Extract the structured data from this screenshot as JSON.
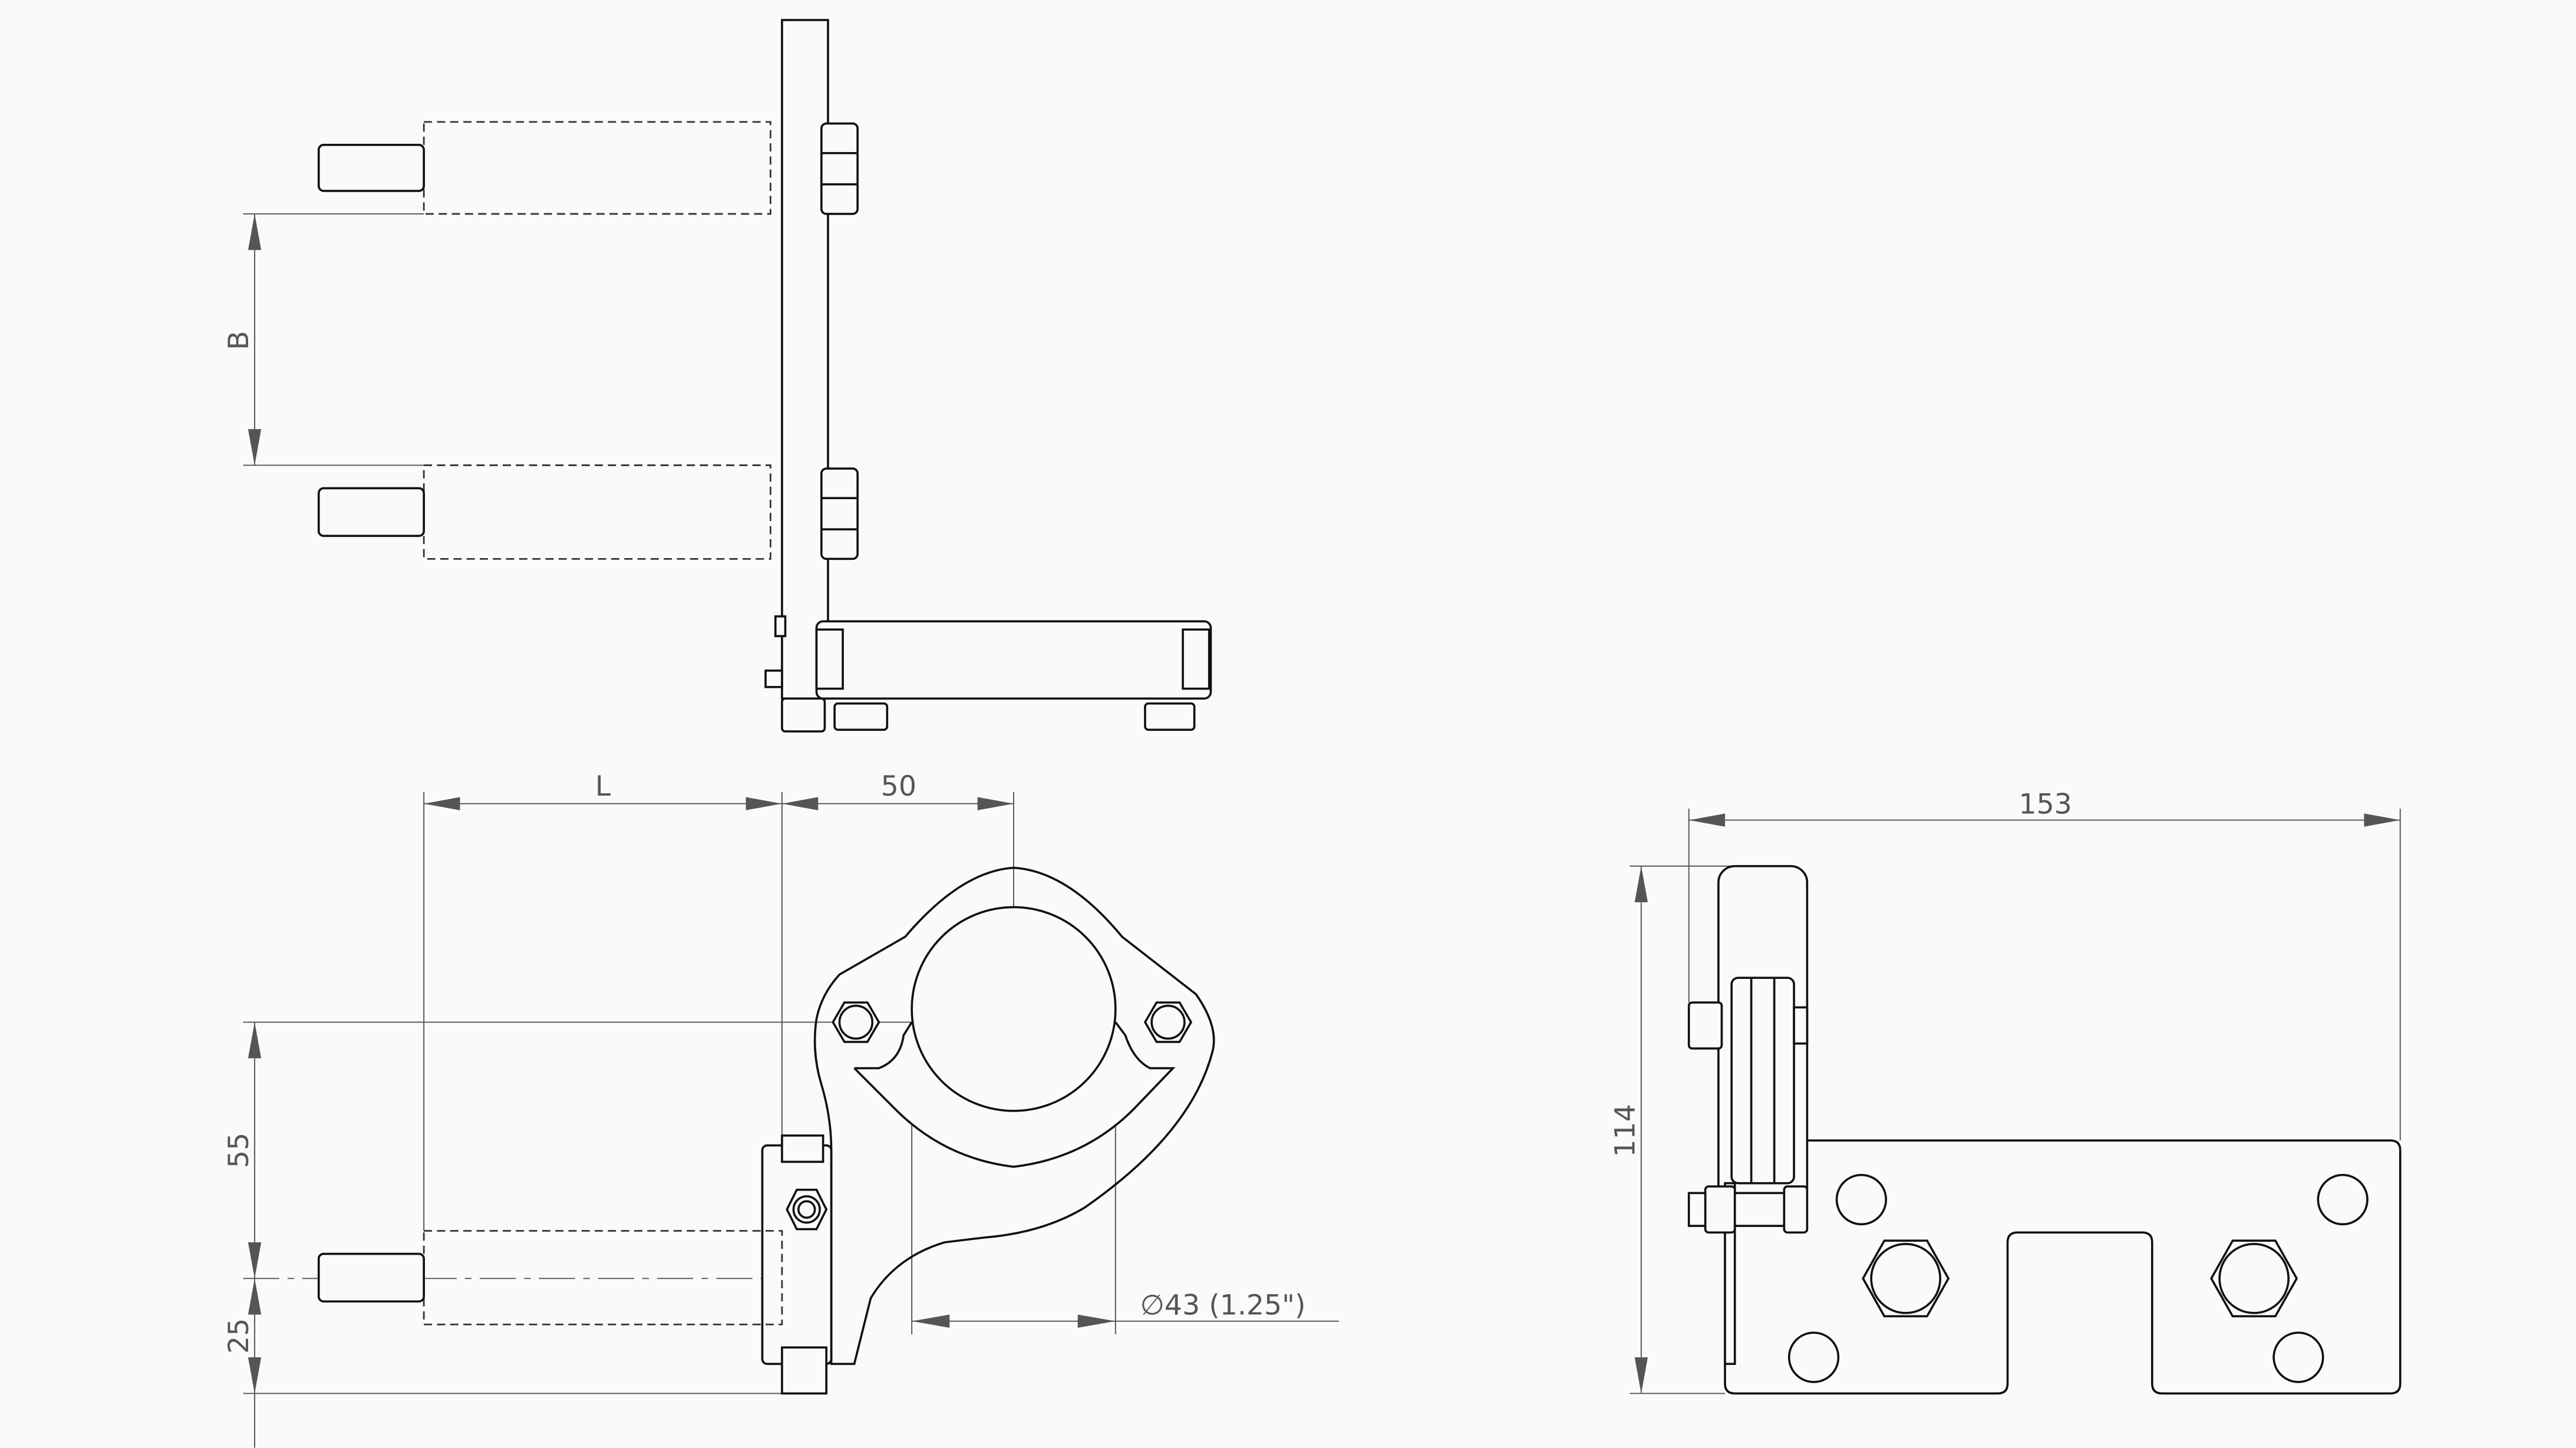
{
  "drawing": {
    "top_view": {
      "dim_b_label": "B"
    },
    "front_view": {
      "dim_l_label": "L",
      "dim_offset_label": "50",
      "dim_height_label": "55",
      "dim_base_label": "25",
      "dim_diameter_label": "∅43 (1.25\")"
    },
    "side_view": {
      "dim_width_label": "153",
      "dim_height_label": "114"
    }
  }
}
